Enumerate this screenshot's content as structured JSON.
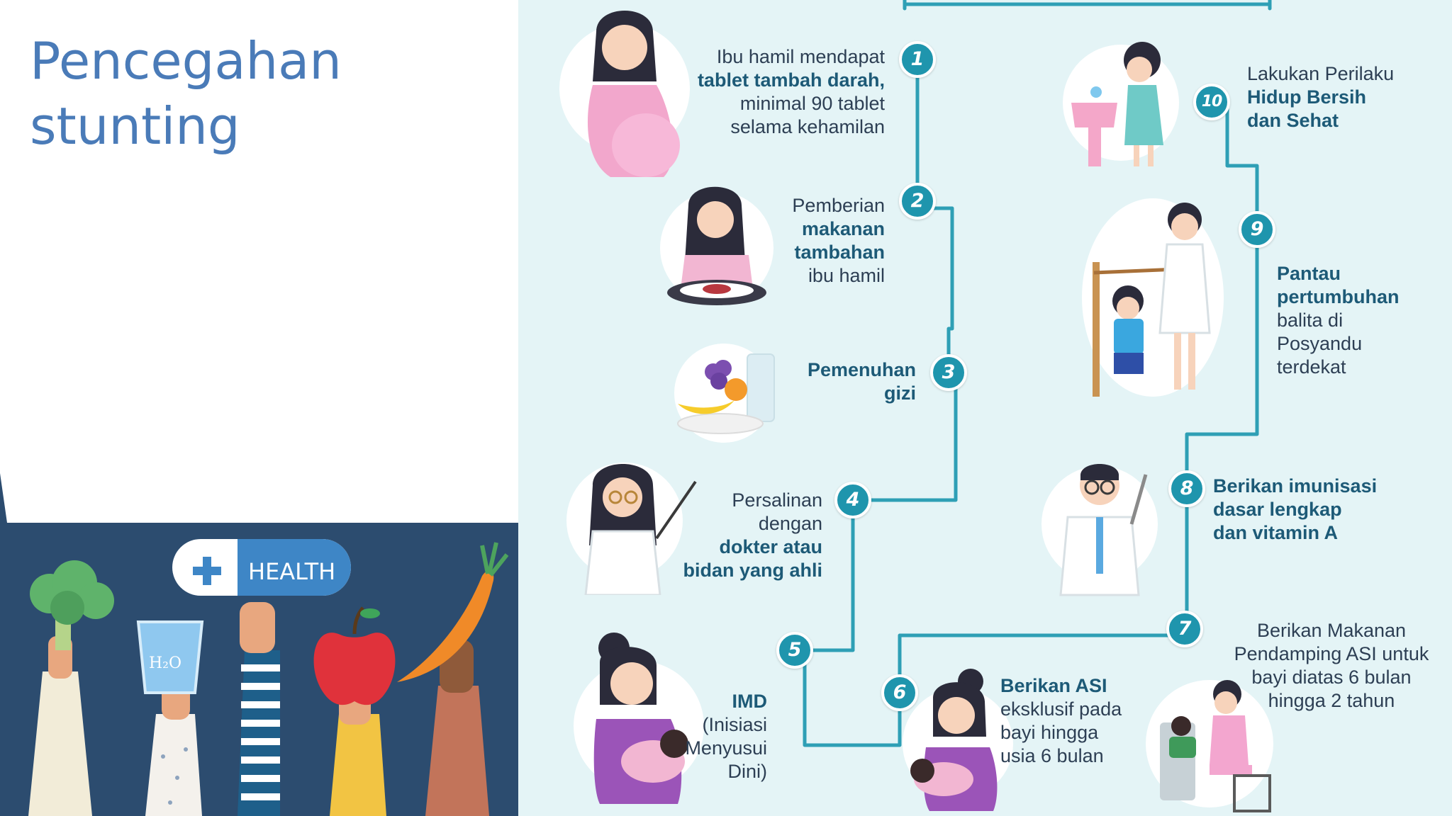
{
  "slide": {
    "title_line1": "Pencegahan",
    "title_line2": "stunting"
  },
  "health_panel": {
    "badge_label": "HEALTH",
    "glass_label": "H₂O",
    "icons": [
      "broccoli-icon",
      "water-glass-icon",
      "health-pill-icon",
      "apple-icon",
      "carrot-icon"
    ]
  },
  "colors": {
    "title": "#4a7bb8",
    "panel_bg": "#2c4c6f",
    "infographic_bg": "#e4f4f6",
    "step_circle": "#1f95ad",
    "connector": "#2e9fb5"
  },
  "steps": [
    {
      "number": "1",
      "lines": [
        "Ibu hamil mendapat",
        "tablet tambah darah,",
        "minimal 90 tablet",
        "selama kehamilan"
      ],
      "icon": "pregnant-woman-icon"
    },
    {
      "number": "2",
      "lines": [
        "Pemberian",
        "makanan",
        "tambahan",
        "ibu hamil"
      ],
      "icon": "woman-eating-icon"
    },
    {
      "number": "3",
      "lines": [
        "Pemenuhan",
        "gizi"
      ],
      "icon": "fruit-plate-icon"
    },
    {
      "number": "4",
      "lines": [
        "Persalinan",
        "dengan",
        "dokter atau",
        "bidan yang ahli"
      ],
      "icon": "midwife-icon"
    },
    {
      "number": "5",
      "lines": [
        "IMD",
        "(Inisiasi",
        "Menyusui",
        "Dini)"
      ],
      "icon": "mother-holding-baby-icon"
    },
    {
      "number": "6",
      "lines": [
        "Berikan ASI",
        "eksklusif pada",
        "bayi hingga",
        "usia 6 bulan"
      ],
      "icon": "breastfeeding-mother-icon"
    },
    {
      "number": "7",
      "lines": [
        "Berikan Makanan",
        "Pendamping ASI untuk",
        "bayi diatas 6 bulan",
        "hingga 2 tahun"
      ],
      "icon": "feeding-baby-icon"
    },
    {
      "number": "8",
      "lines": [
        "Berikan imunisasi",
        "dasar lengkap",
        "dan vitamin A"
      ],
      "icon": "doctor-syringe-icon"
    },
    {
      "number": "9",
      "lines": [
        "Pantau",
        "pertumbuhan",
        "balita di",
        "Posyandu",
        "terdekat"
      ],
      "icon": "height-measure-icon"
    },
    {
      "number": "10",
      "lines": [
        "Lakukan Perilaku",
        "Hidup Bersih",
        "dan Sehat"
      ],
      "icon": "girl-washing-hands-icon"
    }
  ]
}
